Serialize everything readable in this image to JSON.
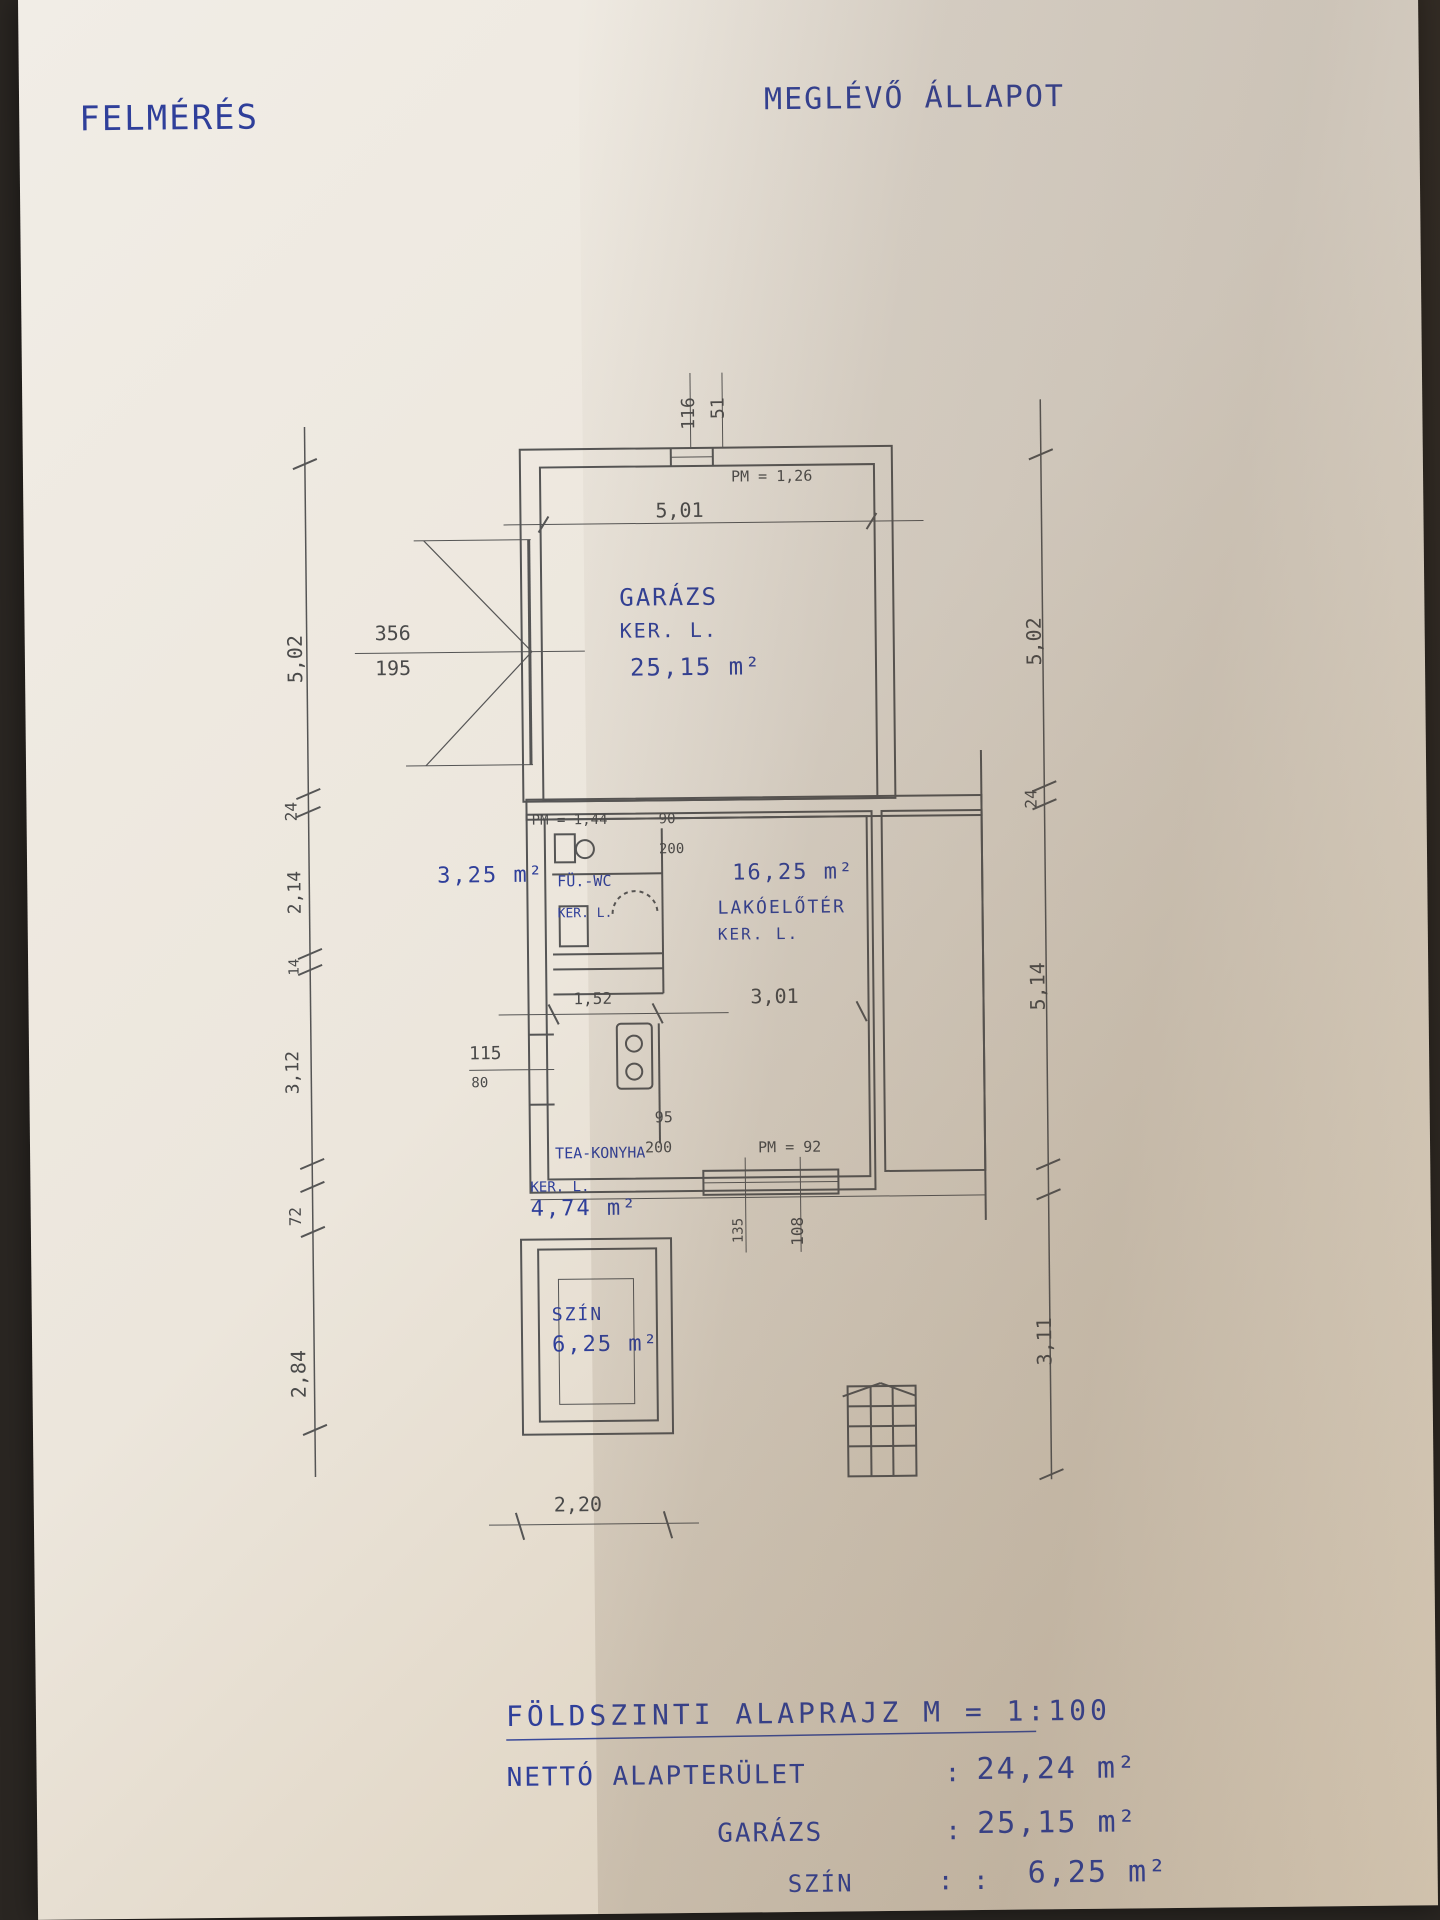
{
  "header": {
    "left": "FELMÉRÉS",
    "right": "MEGLÉVŐ ÁLLAPOT"
  },
  "plan": {
    "garage": {
      "label": "GARÁZS",
      "sub": "KER. L.",
      "area": "25,15 m²"
    },
    "living": {
      "area": "16,25 m²",
      "label": "LAKÓELŐTÉR",
      "sub": "KER. L."
    },
    "wc": {
      "area": "3,25 m²",
      "label": "FÜ.-WC",
      "sub": "KER. L."
    },
    "kitchen": {
      "label": "TEA-KONYHA",
      "sub": "KER. L.",
      "area": "4,74 m²"
    },
    "shed": {
      "label": "SZÍN",
      "area": "6,25 m²"
    },
    "dims": {
      "top_window_w": "116",
      "top_window_h": "51",
      "parapet_top": "PM = 1,26",
      "garage_width": "5,01",
      "door_w": "356",
      "door_h": "195",
      "pm_mid": "PM = 1,44",
      "mid_90": "90",
      "mid_200": "200",
      "width_301": "3,01",
      "w_152": "1,52",
      "win_115": "115",
      "win_80": "80",
      "k_95": "95",
      "k_200": "200",
      "pm_92": "PM = 92",
      "b_135": "135",
      "b_108": "108",
      "shed_w": "2,20",
      "left_502": "5,02",
      "left_24": "24",
      "left_214": "2,14",
      "left_14": "14",
      "left_312": "3,12",
      "left_72": "72",
      "left_284": "2,84",
      "right_502": "5,02",
      "right_24": "24",
      "right_514": "5,14",
      "right_311": "3,11"
    }
  },
  "footer": {
    "title": "FÖLDSZINTI ALAPRAJZ M = 1:100",
    "rows": [
      {
        "label": "NETTÓ ALAPTERÜLET",
        "sep": ":",
        "value": "24,24 m²"
      },
      {
        "label": "GARÁZS",
        "sep": ":",
        "value": "25,15 m²"
      },
      {
        "label": "SZÍN",
        "sep": ": :",
        "value": "6,25 m²"
      }
    ]
  }
}
